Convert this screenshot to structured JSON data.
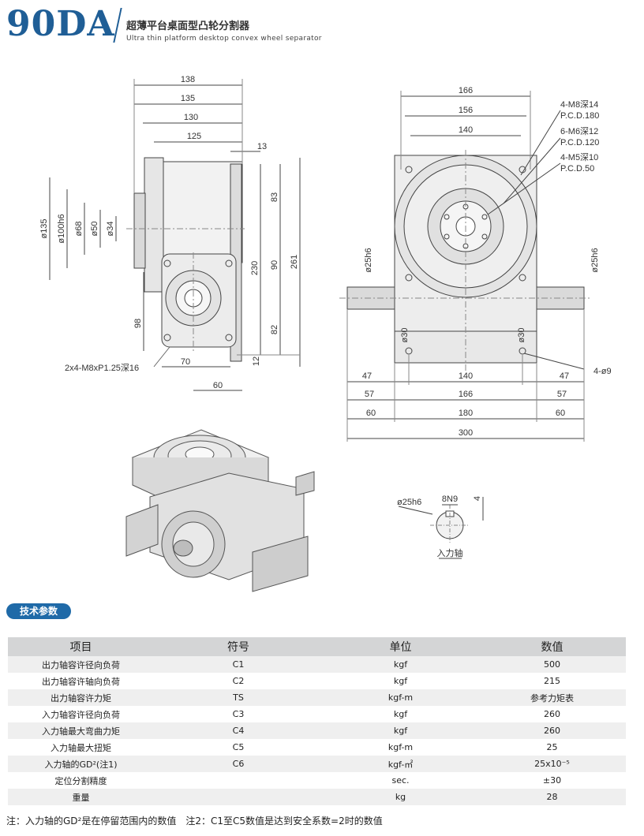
{
  "header": {
    "model": "90DA",
    "title_cn": "超薄平台桌面型凸轮分割器",
    "title_en": "Ultra thin platform desktop convex wheel separator"
  },
  "drawing": {
    "side_dims": {
      "top": [
        "138",
        "135",
        "130",
        "125",
        "13"
      ],
      "vertical_right": [
        "83",
        "230",
        "90",
        "261",
        "82",
        "12"
      ],
      "left": [
        "ø135",
        "ø100h6",
        "ø68",
        "ø50",
        "ø34"
      ],
      "bottom": [
        "98",
        "70",
        "60"
      ],
      "callout": "2x4-M8xP1.25深16"
    },
    "front_dims": {
      "top": [
        "166",
        "156",
        "140"
      ],
      "callouts": [
        "4-M8深14",
        "P.C.D.180",
        "6-M6深12",
        "P.C.D.120",
        "4-M5深10",
        "P.C.D.50"
      ],
      "shaft_left": "ø25h6",
      "shaft_right": "ø25h6",
      "body_left": "ø30",
      "body_right": "ø30",
      "hole": "4-ø9",
      "bottom_rows": [
        [
          "47",
          "140",
          "47"
        ],
        [
          "57",
          "166",
          "57"
        ],
        [
          "60",
          "180",
          "60"
        ],
        [
          "300"
        ]
      ]
    },
    "key_detail": {
      "shaft": "ø25h6",
      "key": "8N9",
      "depth": "4",
      "label": "入力轴"
    }
  },
  "section_title": "技术参数",
  "table": {
    "headers": [
      "项目",
      "符号",
      "单位",
      "数值"
    ],
    "rows": [
      [
        "出力轴容许径向负荷",
        "C1",
        "kgf",
        "500"
      ],
      [
        "出力轴容许轴向负荷",
        "C2",
        "kgf",
        "215"
      ],
      [
        "出力轴容许力矩",
        "TS",
        "kgf-m",
        "参考力矩表"
      ],
      [
        "入力轴容许径向负荷",
        "C3",
        "kgf",
        "260"
      ],
      [
        "入力轴最大弯曲力矩",
        "C4",
        "kgf",
        "260"
      ],
      [
        "入力轴最大扭矩",
        "C5",
        "kgf-m",
        "25"
      ],
      [
        "入力轴的GD²(注1)",
        "C6",
        "kgf-㎡",
        "25x10⁻⁵"
      ],
      [
        "定位分割精度",
        "",
        "sec.",
        "±30"
      ],
      [
        "重量",
        "",
        "kg",
        "28"
      ]
    ]
  },
  "footnote": "注：入力轴的GD²是在停留范围内的数值　注2：C1至C5数值是达到安全系数=2时的数值"
}
